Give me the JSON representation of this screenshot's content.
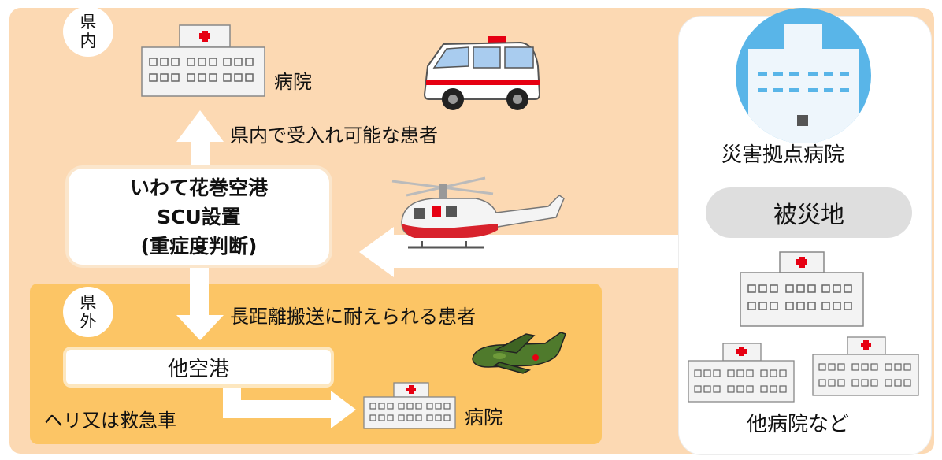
{
  "regions": {
    "in_prefecture": "県内",
    "out_prefecture": "県外"
  },
  "labels": {
    "hospital_top": "病院",
    "in_pref_patients": "県内で受入れ可能な患者",
    "scu_line1": "いわて花巻空港",
    "scu_line2": "SCU設置",
    "scu_line3": "(重症度判断)",
    "long_distance_patients": "長距離搬送に耐えられる患者",
    "other_airport": "他空港",
    "heli_or_ambulance": "ヘリ又は救急車",
    "hospital_bottom": "病院",
    "disaster_base_hospital": "災害拠点病院",
    "disaster_area": "被災地",
    "other_hospitals": "他病院など"
  },
  "icons": {
    "ambulance": "ambulance-icon",
    "helicopter": "helicopter-icon",
    "aircraft": "transport-aircraft-icon",
    "hospital": "hospital-icon",
    "base_hospital": "base-hospital-icon"
  },
  "colors": {
    "outer_bg": "#fcd9b3",
    "lower_bg": "#fcc565",
    "arrow": "#ffffff",
    "cross": "#e60012",
    "base_hospital_circle": "#59b5e8"
  }
}
